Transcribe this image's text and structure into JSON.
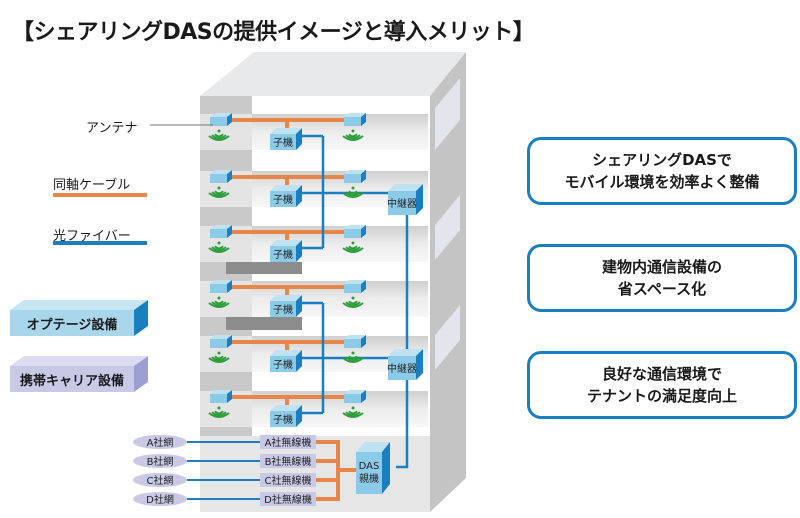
{
  "title": "【シェアリングDASの提供イメージと導入メリット】",
  "legend": {
    "antenna_label": "アンテナ",
    "coax_label": "同軸ケーブル",
    "fiber_label": "光ファイバー",
    "coax_color": "#e8864a",
    "fiber_color": "#1a7fc0"
  },
  "equipment_legend": {
    "optage": "オプテージ設備",
    "carrier": "携帯キャリア設備",
    "optage_color": "#a9d6ea",
    "carrier_color": "#c7c9e6"
  },
  "diagram": {
    "slave_unit_label": "子機",
    "repeater_label": "中継器",
    "das_master_line1": "DAS",
    "das_master_line2": "親機",
    "floors": 6,
    "carriers": [
      {
        "network": "A社網",
        "radio": "A社無線機"
      },
      {
        "network": "B社網",
        "radio": "B社無線機"
      },
      {
        "network": "C社網",
        "radio": "C社無線機"
      },
      {
        "network": "D社網",
        "radio": "D社無線機"
      }
    ]
  },
  "merits": [
    {
      "line1": "シェアリングDASで",
      "line2": "モバイル環境を効率よく整備"
    },
    {
      "line1": "建物内通信設備の",
      "line2": "省スペース化"
    },
    {
      "line1": "良好な通信環境で",
      "line2": "テナントの満足度向上"
    }
  ]
}
